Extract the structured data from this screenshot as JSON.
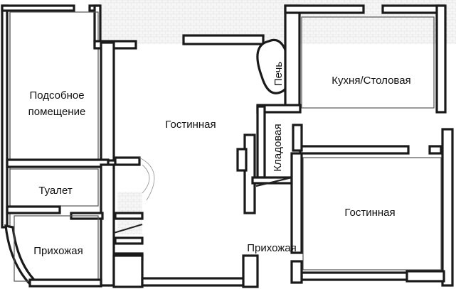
{
  "rooms": {
    "utility": "Подсобное помещение",
    "utility_line1": "Подсобное",
    "utility_line2": "помещение",
    "living_main": "Гостинная",
    "stove": "Печь",
    "kitchen": "Кухня/Столовая",
    "pantry": "Кладовая",
    "toilet": "Туалет",
    "hall_left": "Прихожая",
    "hall_center": "Прихожая",
    "living_right": "Гостинная"
  },
  "colors": {
    "wall": "#1a1a1a",
    "background": "#ffffff",
    "pavement": "#ececec"
  }
}
